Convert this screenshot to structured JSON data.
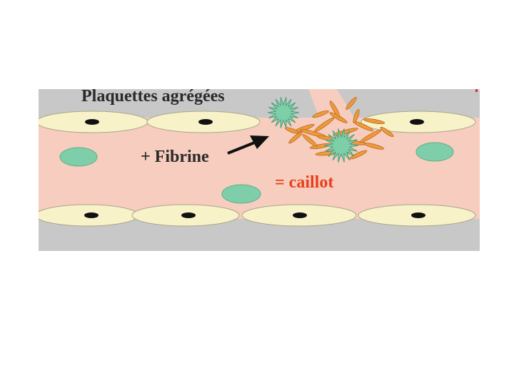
{
  "diagram": {
    "labels": {
      "platelets": "Plaquettes agrégées",
      "fibrin": "+ Fibrine",
      "clot": "= caillot"
    },
    "colors": {
      "background_gray": "#c8c8c8",
      "vessel_lumen": "#f6cdbf",
      "endothelial_cell": "#f7f2c8",
      "nucleus": "#111111",
      "platelet": "#7ecfa9",
      "fibrin": "#ee9a3c",
      "clot_text": "#e8401c",
      "text": "#2a2a2a"
    }
  }
}
